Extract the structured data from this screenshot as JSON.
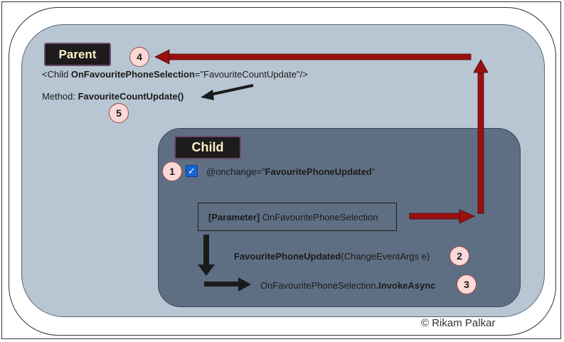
{
  "parent": {
    "label": "Parent",
    "usage_line": {
      "prefix": "<Child ",
      "param": "OnFavouritePhoneSelection",
      "suffix": "=\"FavouriteCountUpdate\"/>"
    },
    "method_line": {
      "prefix": "Method: ",
      "method": "FavouriteCountUpdate()"
    }
  },
  "child": {
    "label": "Child",
    "checkbox_checked": true,
    "onchange_line": {
      "prefix": "@onchange=\"",
      "handler": "FavouritePhoneUpdated",
      "suffix": "\""
    },
    "param_line": {
      "attr": "[Parameter]",
      "name": " OnFavouritePhoneSelection"
    },
    "updated_line": {
      "method": "FavouritePhoneUpdated",
      "args": "(ChangeEventArgs e)"
    },
    "invoke_line": {
      "prefix": "OnFavouritePhoneSelection",
      "method": ".InvokeAsync"
    }
  },
  "steps": [
    "1",
    "2",
    "3",
    "4",
    "5"
  ],
  "copyright": "© Rikam Palkar",
  "colors": {
    "parent_bg": "#b8c6d3",
    "child_bg": "#5f6f83",
    "arrow_red": "#9c0f0f",
    "arrow_black": "#1b1b1b",
    "badge_fill": "#fcd9d6",
    "checkbox": "#1765d4"
  },
  "icons": {
    "checkbox": "check-icon",
    "arrows": [
      "red-arrow-up",
      "red-arrow-left",
      "red-arrow-right",
      "black-arrow-left",
      "black-arrow-down",
      "black-arrow-right"
    ]
  }
}
